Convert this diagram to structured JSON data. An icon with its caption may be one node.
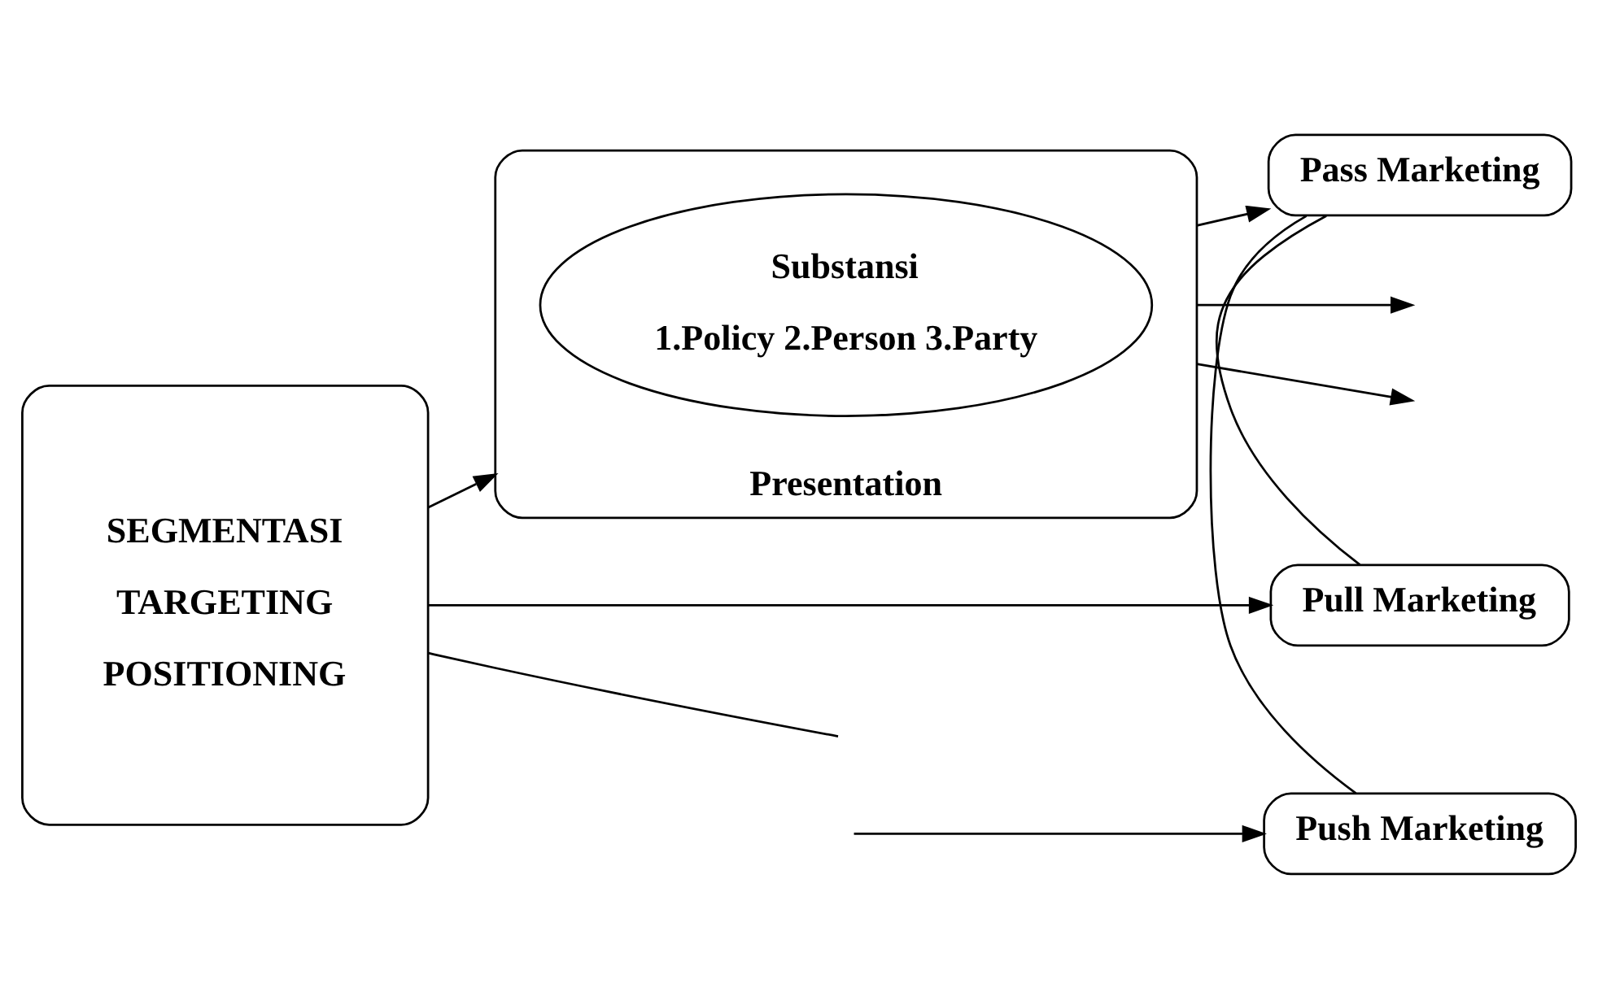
{
  "diagram": {
    "nodes": [
      {
        "text": [
          "SEGMENTASI",
          "TARGETING",
          "POSITIONING"
        ]
      },
      {
        "text": [
          "Presentation"
        ]
      },
      {
        "text": [
          "Substansi",
          "1.Policy 2.Person 3.Party"
        ],
        "in": 1
      },
      {
        "text": [
          "Pull Marketing"
        ]
      },
      {
        "text": [
          "Pass Marketing"
        ]
      },
      {
        "text": [
          "Push Marketing"
        ]
      }
    ],
    "edges": [
      {
        "from": 0,
        "to": 3,
        "arrow": "to"
      },
      {
        "from": 0,
        "to": 1,
        "arrow": "to"
      },
      {
        "from": 1,
        "to": null,
        "arrow": "to"
      },
      {
        "from": 1,
        "to": null,
        "arrow": "to"
      },
      {
        "from": 1,
        "to": 4,
        "arrow": "to"
      },
      {
        "from": 3,
        "to": 4,
        "arrow": "none"
      },
      {
        "from": 4,
        "to": 5,
        "arrow": "none"
      },
      {
        "from": null,
        "to": 5,
        "arrow": "to"
      },
      {
        "from": 0,
        "to": null,
        "arrow": "none"
      }
    ]
  }
}
